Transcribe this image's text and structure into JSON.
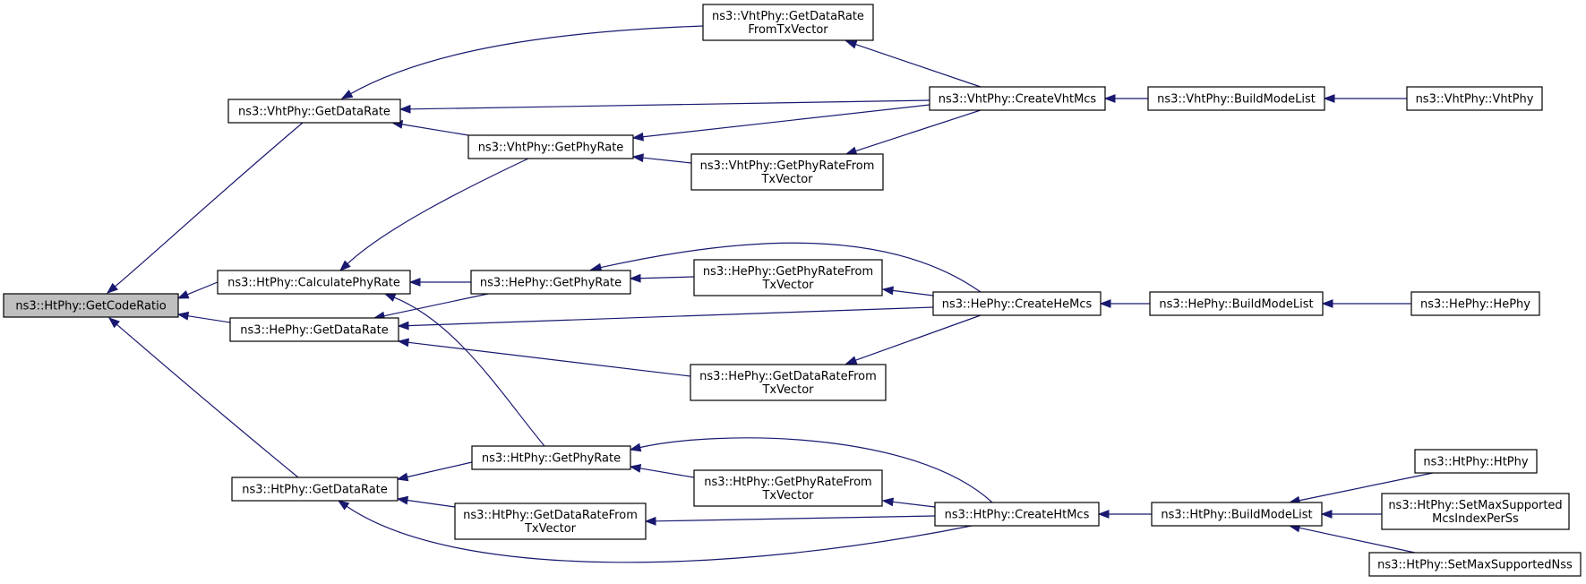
{
  "graph": {
    "root": "n0",
    "nodes": {
      "n0": {
        "lines": [
          "ns3::HtPhy::GetCodeRatio"
        ]
      },
      "n1": {
        "lines": [
          "ns3::VhtPhy::GetDataRate"
        ]
      },
      "n2": {
        "lines": [
          "ns3::HtPhy::CalculatePhyRate"
        ]
      },
      "n3": {
        "lines": [
          "ns3::HePhy::GetDataRate"
        ]
      },
      "n4": {
        "lines": [
          "ns3::HtPhy::GetDataRate"
        ]
      },
      "n5": {
        "lines": [
          "ns3::VhtPhy::GetDataRate",
          "FromTxVector"
        ]
      },
      "n6": {
        "lines": [
          "ns3::VhtPhy::GetPhyRate"
        ]
      },
      "n7": {
        "lines": [
          "ns3::VhtPhy::GetPhyRateFrom",
          "TxVector"
        ]
      },
      "n8": {
        "lines": [
          "ns3::HePhy::GetPhyRate"
        ]
      },
      "n9": {
        "lines": [
          "ns3::HePhy::GetPhyRateFrom",
          "TxVector"
        ]
      },
      "n10": {
        "lines": [
          "ns3::HePhy::GetDataRateFrom",
          "TxVector"
        ]
      },
      "n11": {
        "lines": [
          "ns3::HtPhy::GetPhyRate"
        ]
      },
      "n12": {
        "lines": [
          "ns3::HtPhy::GetPhyRateFrom",
          "TxVector"
        ]
      },
      "n13": {
        "lines": [
          "ns3::HtPhy::GetDataRateFrom",
          "TxVector"
        ]
      },
      "n14": {
        "lines": [
          "ns3::VhtPhy::CreateVhtMcs"
        ]
      },
      "n15": {
        "lines": [
          "ns3::HePhy::CreateHeMcs"
        ]
      },
      "n16": {
        "lines": [
          "ns3::HtPhy::CreateHtMcs"
        ]
      },
      "n17": {
        "lines": [
          "ns3::VhtPhy::BuildModeList"
        ]
      },
      "n18": {
        "lines": [
          "ns3::HePhy::BuildModeList"
        ]
      },
      "n19": {
        "lines": [
          "ns3::HtPhy::BuildModeList"
        ]
      },
      "n20": {
        "lines": [
          "ns3::VhtPhy::VhtPhy"
        ]
      },
      "n21": {
        "lines": [
          "ns3::HePhy::HePhy"
        ]
      },
      "n22": {
        "lines": [
          "ns3::HtPhy::HtPhy"
        ]
      },
      "n23": {
        "lines": [
          "ns3::HtPhy::SetMaxSupported",
          "McsIndexPerSs"
        ]
      },
      "n24": {
        "lines": [
          "ns3::HtPhy::SetMaxSupportedNss"
        ]
      }
    },
    "edges": [
      {
        "from": "n1",
        "to": "n0"
      },
      {
        "from": "n2",
        "to": "n0"
      },
      {
        "from": "n3",
        "to": "n0"
      },
      {
        "from": "n4",
        "to": "n0"
      },
      {
        "from": "n5",
        "to": "n1"
      },
      {
        "from": "n14",
        "to": "n1"
      },
      {
        "from": "n6",
        "to": "n1"
      },
      {
        "from": "n6",
        "to": "n2"
      },
      {
        "from": "n8",
        "to": "n2"
      },
      {
        "from": "n11",
        "to": "n2"
      },
      {
        "from": "n8",
        "to": "n3"
      },
      {
        "from": "n15",
        "to": "n3"
      },
      {
        "from": "n10",
        "to": "n3"
      },
      {
        "from": "n11",
        "to": "n4"
      },
      {
        "from": "n13",
        "to": "n4"
      },
      {
        "from": "n16",
        "to": "n4"
      },
      {
        "from": "n14",
        "to": "n5"
      },
      {
        "from": "n14",
        "to": "n6"
      },
      {
        "from": "n7",
        "to": "n6"
      },
      {
        "from": "n14",
        "to": "n7"
      },
      {
        "from": "n15",
        "to": "n8"
      },
      {
        "from": "n9",
        "to": "n8"
      },
      {
        "from": "n15",
        "to": "n9"
      },
      {
        "from": "n15",
        "to": "n10"
      },
      {
        "from": "n16",
        "to": "n11"
      },
      {
        "from": "n12",
        "to": "n11"
      },
      {
        "from": "n16",
        "to": "n12"
      },
      {
        "from": "n16",
        "to": "n13"
      },
      {
        "from": "n17",
        "to": "n14"
      },
      {
        "from": "n18",
        "to": "n15"
      },
      {
        "from": "n19",
        "to": "n16"
      },
      {
        "from": "n20",
        "to": "n17"
      },
      {
        "from": "n21",
        "to": "n18"
      },
      {
        "from": "n22",
        "to": "n19"
      },
      {
        "from": "n23",
        "to": "n19"
      },
      {
        "from": "n24",
        "to": "n19"
      }
    ],
    "colors": {
      "edge": "#191970",
      "root_fill": "#bfbfbf",
      "node_fill": "#ffffff",
      "node_border": "#000000"
    }
  }
}
